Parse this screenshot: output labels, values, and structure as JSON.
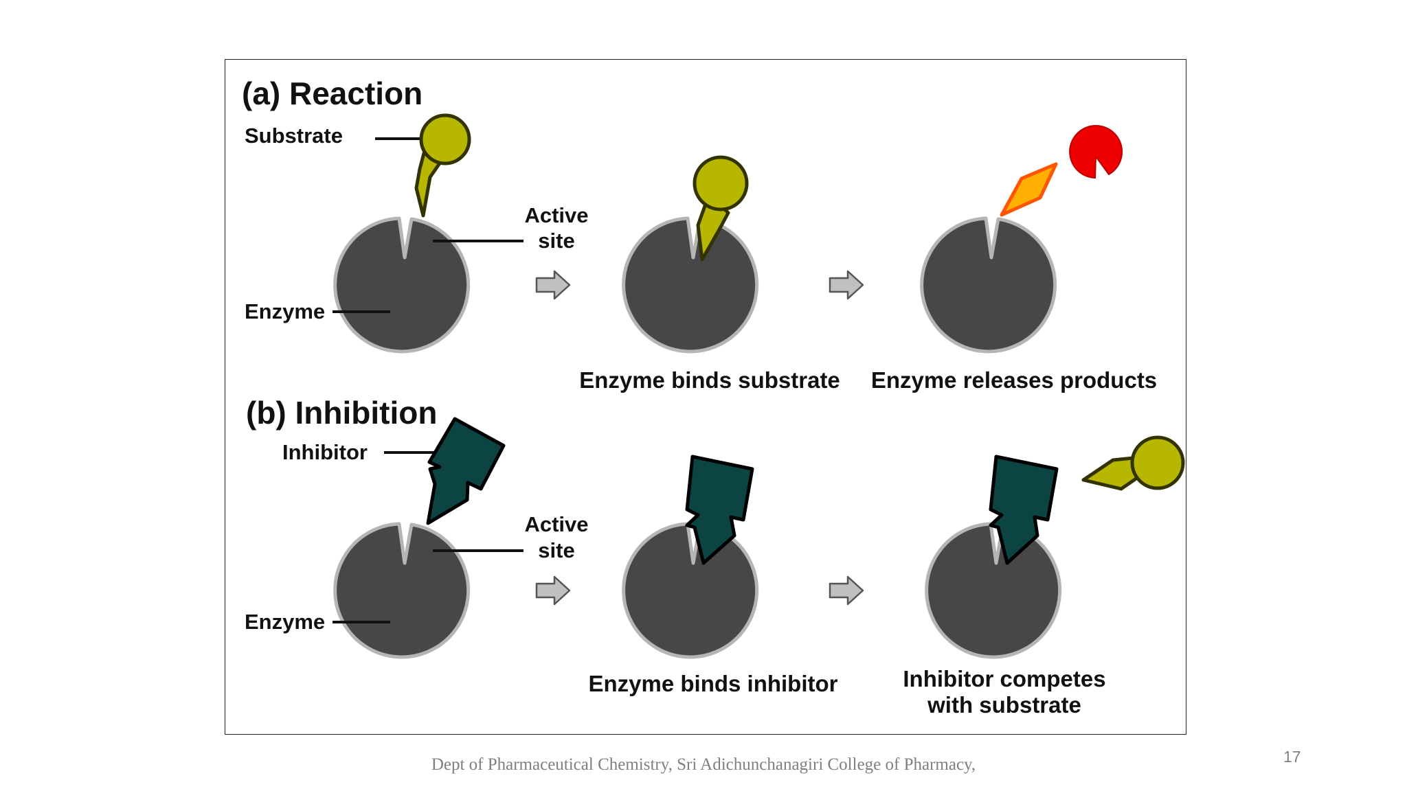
{
  "panel_a": {
    "title": "(a) Reaction",
    "substrate_label": "Substrate",
    "active_site_label_1": "Active",
    "active_site_label_2": "site",
    "enzyme_label": "Enzyme",
    "caption_binds": "Enzyme binds substrate",
    "caption_releases": "Enzyme releases products"
  },
  "panel_b": {
    "title": "(b) Inhibition",
    "inhibitor_label": "Inhibitor",
    "active_site_label_1": "Active",
    "active_site_label_2": "site",
    "enzyme_label": "Enzyme",
    "caption_binds": "Enzyme binds inhibitor",
    "caption_competes_1": "Inhibitor competes",
    "caption_competes_2": "with substrate"
  },
  "colors": {
    "enzyme": "#474747",
    "enzyme_outline": "#b5b5b5",
    "substrate": "#b7b700",
    "inhibitor": "#0c4444",
    "product_orange": "#ffb000",
    "product_red": "#ee0000",
    "arrow": "#c0c0c0"
  },
  "footer": {
    "text": "Dept of Pharmaceutical Chemistry, Sri Adichunchanagiri College of Pharmacy,",
    "page_number": "17"
  }
}
